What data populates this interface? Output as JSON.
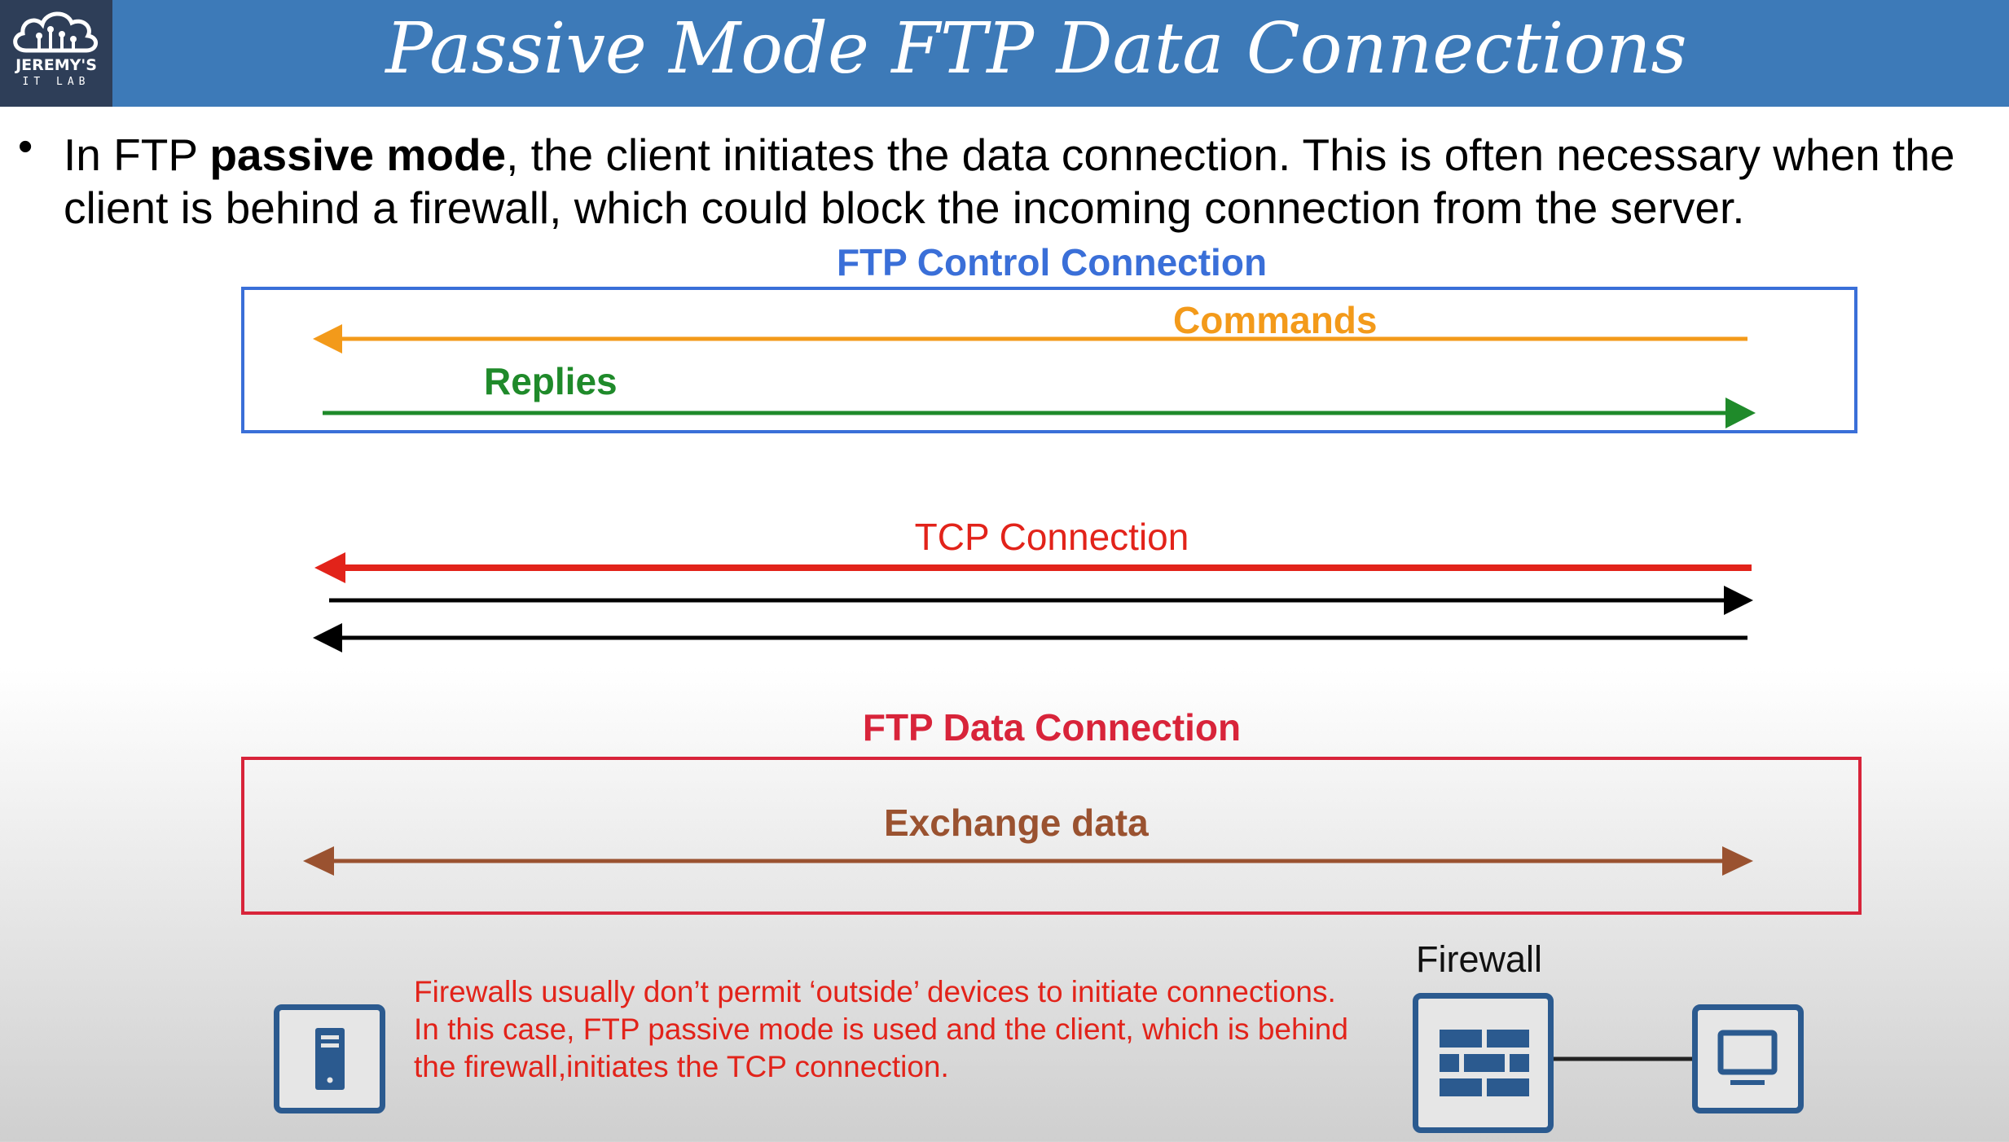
{
  "header": {
    "logo_text": "JEREMY'S",
    "logo_sub": "IT LAB",
    "title": "Passive Mode FTP Data Connections"
  },
  "intro": {
    "prefix": "In FTP ",
    "bold": "passive mode",
    "rest": ", the client initiates the data connection.  This is often necessary when the client is behind a firewall, which could block the incoming connection from the server."
  },
  "control": {
    "title": "FTP Control Connection",
    "commands": "Commands",
    "replies": "Replies"
  },
  "tcp": {
    "title": "TCP Connection"
  },
  "data_conn": {
    "title": "FTP Data Connection",
    "exchange": "Exchange data"
  },
  "note": {
    "lines": [
      "Firewalls usually don’t permit ‘outside’ devices to initiate connections.",
      "In this case, FTP passive mode is used and the client, which is behind",
      "the firewall,initiates the TCP connection."
    ]
  },
  "firewall": {
    "label": "Firewall"
  },
  "icons": [
    "cloud-logo-icon",
    "server-icon",
    "firewall-icon",
    "pc-icon"
  ],
  "colors": {
    "header": "#3d7ab8",
    "control": "#3a6fd8",
    "commands": "#f39a1a",
    "replies": "#1f8a2a",
    "tcp": "#e2231a",
    "data": "#d8243a",
    "exchange": "#9a5230",
    "note": "#e2231a",
    "device": "#2b5a8f"
  }
}
